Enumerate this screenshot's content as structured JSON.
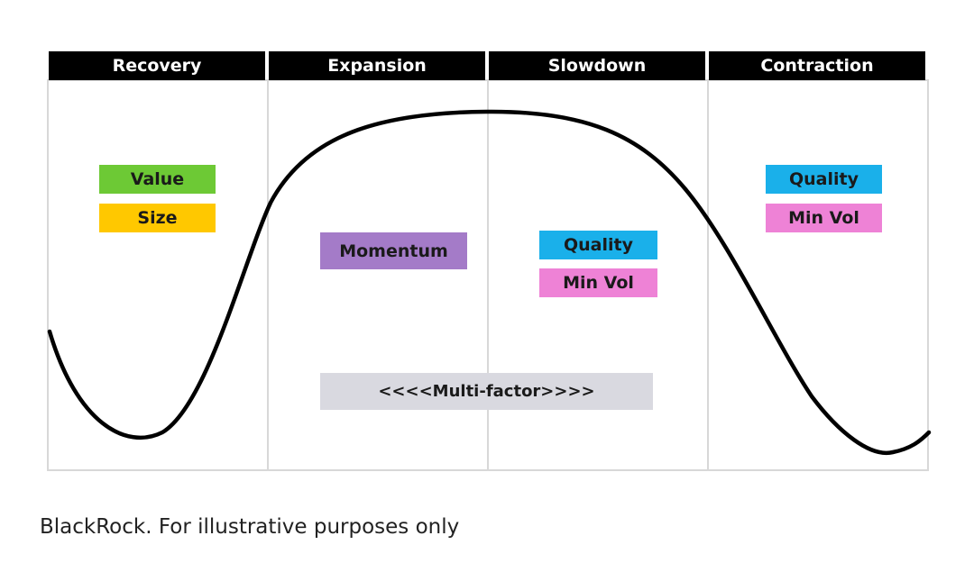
{
  "phases": [
    {
      "label": "Recovery"
    },
    {
      "label": "Expansion"
    },
    {
      "label": "Slowdown"
    },
    {
      "label": "Contraction"
    }
  ],
  "factors": {
    "recovery": [
      {
        "label": "Value",
        "color": "#6dc935"
      },
      {
        "label": "Size",
        "color": "#ffc800"
      }
    ],
    "expansion": [
      {
        "label": "Momentum",
        "color": "#a47bc8"
      }
    ],
    "slowdown": [
      {
        "label": "Quality",
        "color": "#1ab0ea"
      },
      {
        "label": "Min Vol",
        "color": "#ee82d6"
      }
    ],
    "contraction": [
      {
        "label": "Quality",
        "color": "#1ab0ea"
      },
      {
        "label": "Min Vol",
        "color": "#ee82d6"
      }
    ],
    "multi_factor": {
      "label": "<<<<Multi-factor>>>>",
      "color": "#d9d9e0"
    }
  },
  "caption": "BlackRock. For illustrative purposes only"
}
